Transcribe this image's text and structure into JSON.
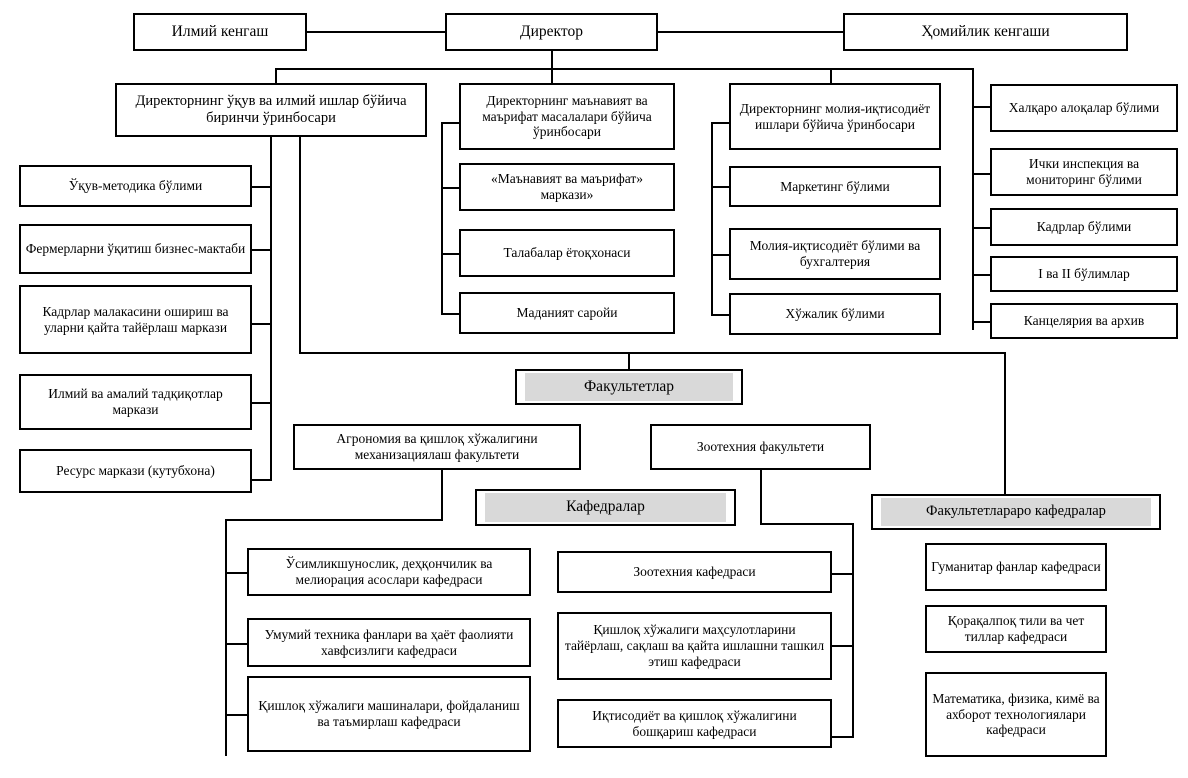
{
  "chart_data": {
    "type": "diagram",
    "title": "Organizational structure chart (Uzbek / Karakalpak institute)",
    "nodes": {
      "scientific_council": "Илмий кенгаш",
      "director": "Директор",
      "patronage_council": "Ҳомийлик кенгаши",
      "deputy_academic": "Директорнинг ўқув ва илмий ишлар бўйича биринчи ўринбосари",
      "deputy_spiritual": "Директорнинг маънавият ва маърифат масалалари бўйича ўринбосари",
      "deputy_finance": "Директорнинг молия-иқтисодиёт ишлари бўйича ўринбосари",
      "faculties_banner": "Факультетлар",
      "departments_banner": "Кафедралар",
      "interfaculty_banner": "Факультетлараро кафедралар"
    },
    "academic_units": [
      "Ўқув-методика бўлими",
      "Фермерларни ўқитиш бизнес-мактаби",
      "Кадрлар малакасини ошириш ва уларни қайта тайёрлаш маркази",
      "Илмий ва амалий тадқиқотлар маркази",
      "Ресурс маркази (кутубхона)"
    ],
    "spiritual_units": [
      "«Маънавият ва маърифат» маркази»",
      "Талабалар ётоқхонаси",
      "Маданият саройи"
    ],
    "finance_units": [
      "Маркетинг бўлими",
      "Молия-иқтисодиёт бўлими ва бухгалтерия",
      "Хўжалик бўлими"
    ],
    "director_units": [
      "Халқаро алоқалар бўлими",
      "Ички инспекция ва мониторинг бўлими",
      "Кадрлар бўлими",
      "I ва II бўлимлар",
      "Канцелярия  ва архив"
    ],
    "faculties": [
      "Агрономия ва қишлоқ хўжалигини механизациялаш факультети",
      "Зоотехния факультети"
    ],
    "agronomy_departments": [
      "Ўсимликшунослик, деҳқончилик ва мелиорация асослари кафедраси",
      "Умумий техника фанлари ва ҳаёт фаолияти хавфсизлиги кафедраси",
      "Қишлоқ хўжалиги машиналари, фойдаланиш ва таъмирлаш кафедраси"
    ],
    "zootechnia_departments": [
      "Зоотехния кафедраси",
      "Қишлоқ хўжалиги маҳсулотларини тайёрлаш, сақлаш ва қайта ишлашни ташкил этиш кафедраси",
      "Иқтисодиёт ва қишлоқ хўжалигини бошқариш кафедраси"
    ],
    "interfaculty_departments": [
      "Гуманитар фанлар кафедраси",
      "Қорақалпоқ тили ва чет тиллар кафедраси",
      "Математика, физика, кимё ва ахборот технологиялари кафедраси"
    ],
    "colors": {
      "background": "#ffffff",
      "border": "#000000",
      "text": "#000000",
      "banner_fill": "#d9d9d9"
    }
  }
}
